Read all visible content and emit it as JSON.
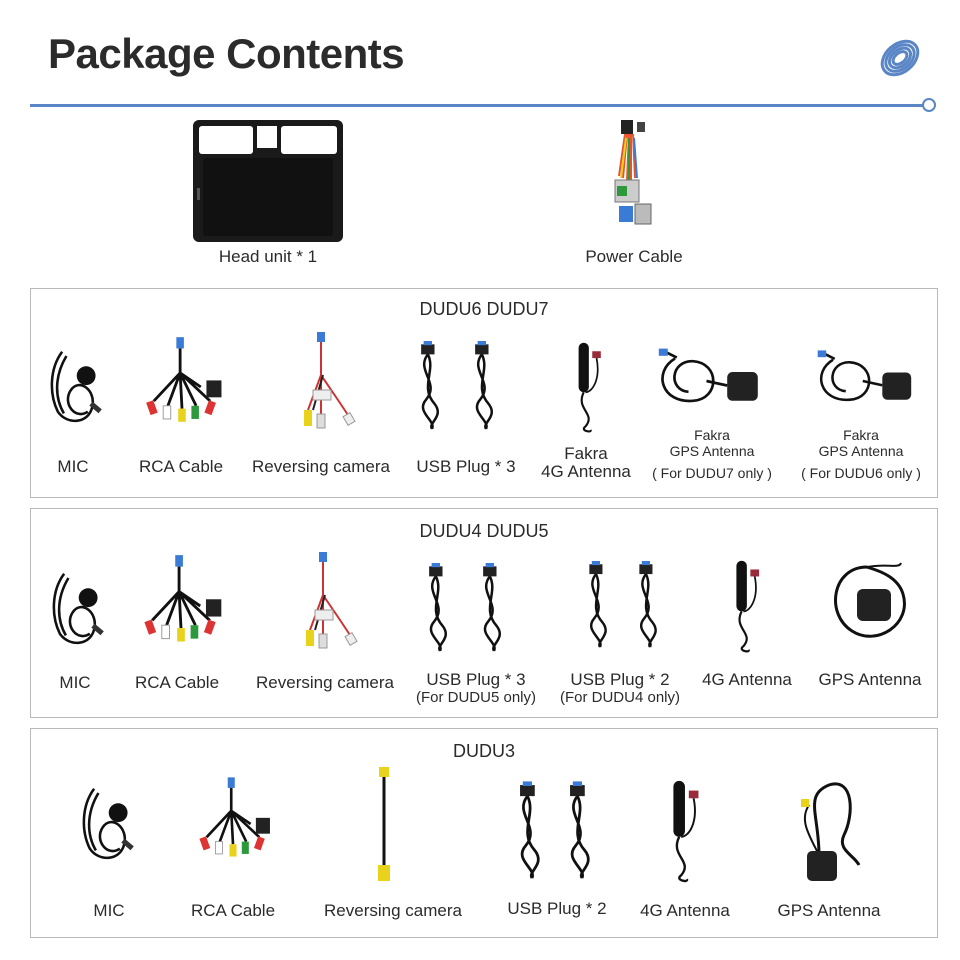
{
  "page": {
    "title": "Package Contents"
  },
  "top": {
    "head_unit": "Head unit * 1",
    "power_cable": "Power Cable"
  },
  "panel1": {
    "title": "DUDU6  DUDU7",
    "mic": "MIC",
    "rca": "RCA Cable",
    "reversing": "Reversing camera",
    "usb": "USB Plug * 3",
    "fakra4g_1": "Fakra",
    "fakra4g_2": "4G Antenna",
    "gps7_1": "Fakra",
    "gps7_2": "GPS Antenna",
    "gps7_3": "( For DUDU7 only )",
    "gps6_1": "Fakra",
    "gps6_2": "GPS Antenna",
    "gps6_3": "( For DUDU6 only )"
  },
  "panel2": {
    "title": "DUDU4  DUDU5",
    "mic": "MIC",
    "rca": "RCA Cable",
    "reversing": "Reversing camera",
    "usb3": "USB Plug * 3",
    "usb3_note": "(For DUDU5 only)",
    "usb2": "USB Plug * 2",
    "usb2_note": "(For DUDU4 only)",
    "antenna4g": "4G Antenna",
    "gps": "GPS Antenna"
  },
  "panel3": {
    "title": "DUDU3",
    "mic": "MIC",
    "rca": "RCA Cable",
    "reversing": "Reversing camera",
    "usb2": "USB Plug * 2",
    "antenna4g": "4G Antenna",
    "gps": "GPS Antenna"
  }
}
